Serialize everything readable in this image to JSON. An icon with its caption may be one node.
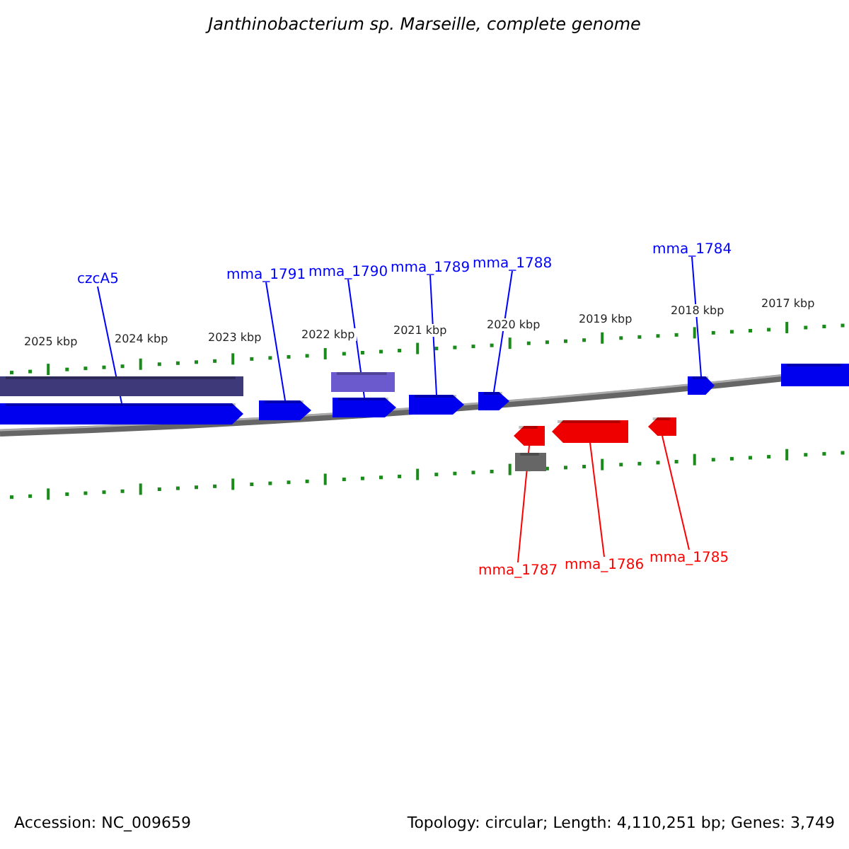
{
  "diagram": {
    "title": "Janthinobacterium sp. Marseille, complete genome",
    "nodes": [
      {
        "text": [
          "czcA5"
        ]
      },
      {
        "text": [
          "mma_1791"
        ]
      },
      {
        "text": [
          "mma_1790"
        ]
      },
      {
        "text": [
          "mma_1789"
        ]
      },
      {
        "text": [
          "mma_1788"
        ]
      },
      {
        "text": [
          "mma_1784"
        ]
      },
      {
        "text": [
          "mma_1787"
        ]
      },
      {
        "text": [
          "mma_1786"
        ]
      },
      {
        "text": [
          "mma_1785"
        ]
      },
      {
        "text": [],
        "shape": "bar"
      },
      {
        "text": [],
        "shape": "arrow"
      },
      {
        "text": [],
        "shape": "bar"
      },
      {
        "text": [],
        "shape": "arrow"
      },
      {
        "text": [],
        "shape": "arrow"
      },
      {
        "text": [],
        "shape": "arrow"
      },
      {
        "text": [],
        "shape": "arrow"
      },
      {
        "text": [],
        "shape": "arrow"
      },
      {
        "text": [],
        "shape": "bar"
      },
      {
        "text": [],
        "shape": "arrow"
      },
      {
        "text": [],
        "shape": "arrow"
      },
      {
        "text": [],
        "shape": "arrow"
      },
      {
        "text": [],
        "shape": "bar"
      }
    ],
    "edges": [
      {
        "from": 0,
        "to": 10,
        "arrow": "none"
      },
      {
        "from": 1,
        "to": 12,
        "arrow": "none"
      },
      {
        "from": 2,
        "to": 13,
        "arrow": "none"
      },
      {
        "from": 3,
        "to": 14,
        "arrow": "none"
      },
      {
        "from": 4,
        "to": 15,
        "arrow": "none"
      },
      {
        "from": 5,
        "to": 16,
        "arrow": "none"
      },
      {
        "from": 6,
        "to": 18,
        "arrow": "none",
        "color": "#ff0000"
      },
      {
        "from": 7,
        "to": 19,
        "arrow": "none",
        "color": "#ff0000"
      },
      {
        "from": 8,
        "to": 20,
        "arrow": "none",
        "color": "#ff0000"
      }
    ],
    "labels": [
      "2025 kbp",
      "2024 kbp",
      "2023 kbp",
      "2022 kbp",
      "2021 kbp",
      "2020 kbp",
      "2019 kbp",
      "2018 kbp",
      "2017 kbp",
      "Accession: NC_009659",
      "Topology: circular; Length: 4,110,251 bp; Genes: 3,749"
    ]
  }
}
